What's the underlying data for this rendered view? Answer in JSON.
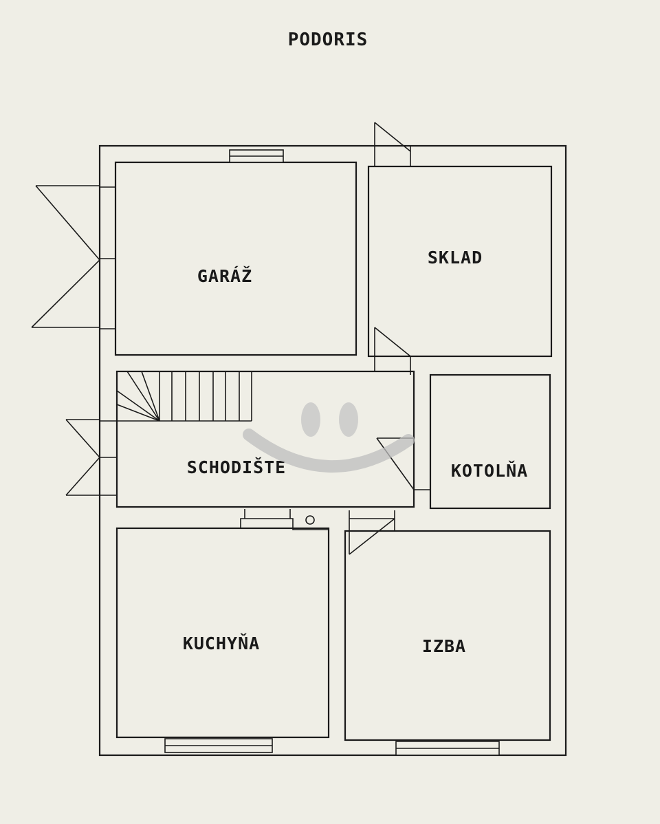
{
  "title": "PODORIS",
  "rooms": {
    "garaz": "GARÁŽ",
    "sklad": "SKLAD",
    "schodiste": "SCHODIŠTE",
    "kotolna": "KOTOLŇA",
    "kuchyna": "KUCHYŇA",
    "izba": "IZBA"
  },
  "colors": {
    "paper": "#efeee6",
    "ink": "#1a1a1a",
    "watermark": "#bdbdbd"
  }
}
